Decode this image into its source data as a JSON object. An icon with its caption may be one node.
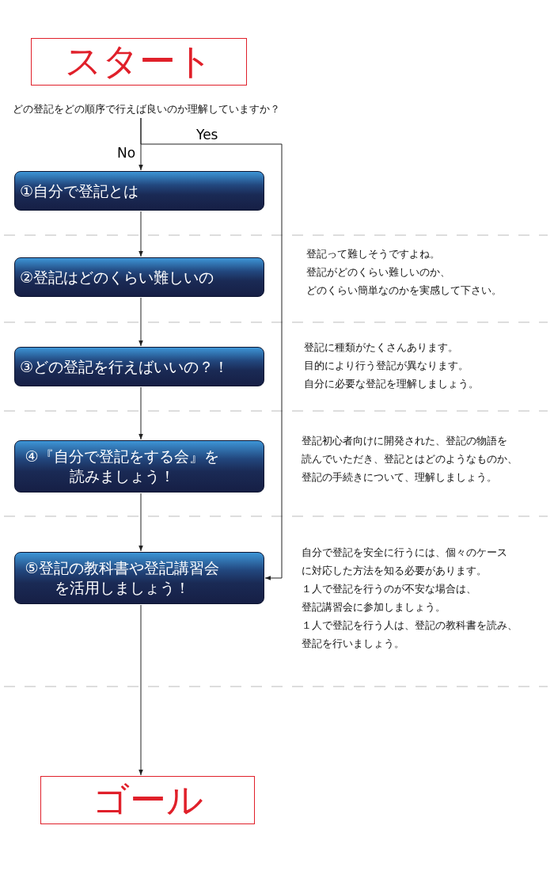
{
  "diagram": {
    "nodes": [
      {
        "text": [
          "スタート"
        ]
      },
      {
        "text": [
          "どの登記をどの順序で行えば良いのか理解していますか？"
        ]
      },
      {
        "text": [
          "①自分で登記とは"
        ]
      },
      {
        "text": [
          "②登記はどのくらい難しいの"
        ],
        "beside": [
          "登記って難しそうですよね。",
          "登記がどのくらい難しいのか、",
          "どのくらい簡単なのかを実感して下さい。"
        ]
      },
      {
        "text": [
          "③どの登記を行えばいいの？！"
        ],
        "beside": [
          "登記に種類がたくさんあります。",
          "目的により行う登記が異なります。",
          "自分に必要な登記を理解しましょう。"
        ]
      },
      {
        "text": [
          "④『自分で登記をする会』を読みましょう！"
        ],
        "beside": [
          "登記初心者向けに開発された、登記の物語を",
          "読んでいただき、登記とはどのようなものか、",
          "登記の手続きについて、理解しましょう。"
        ]
      },
      {
        "text": [
          "⑤登記の教科書や登記講習会を活用しましょう！"
        ],
        "beside": [
          "自分で登記を安全に行うには、個々のケース",
          "に対応した方法を知る必要があります。",
          "１人で登記を行うのが不安な場合は、",
          "登記講習会に参加しましょう。",
          "１人で登記を行う人は、登記の教科書を読み、",
          "登記を行いましょう。"
        ]
      },
      {
        "text": [
          "ゴール"
        ]
      }
    ],
    "edges": [
      {
        "from": 1,
        "to": 2,
        "arrow": "to",
        "label": "No"
      },
      {
        "from": 1,
        "to": 6,
        "arrow": "to",
        "label": "Yes"
      },
      {
        "from": 2,
        "to": 3,
        "arrow": "to"
      },
      {
        "from": 3,
        "to": 4,
        "arrow": "to"
      },
      {
        "from": 4,
        "to": 5,
        "arrow": "to"
      },
      {
        "from": 5,
        "to": 6,
        "arrow": "to"
      },
      {
        "from": 6,
        "to": 7,
        "arrow": "to"
      }
    ]
  }
}
